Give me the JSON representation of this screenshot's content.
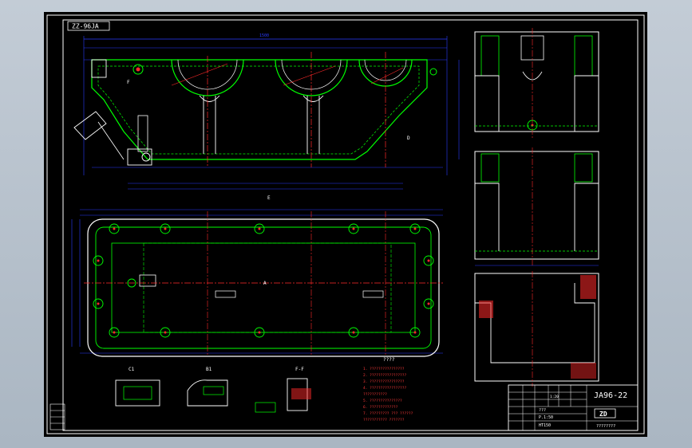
{
  "drawing": {
    "code_tag": "ZZ-96JA",
    "top_dim": "1500",
    "title_block": {
      "drawing_number": "JA96-22",
      "material": "HT150",
      "scale_ratio": "P.1:50",
      "sheet": "??? ",
      "logo_text": "ZD",
      "company": "????????",
      "qty_label": "1:20"
    },
    "view_labels": {
      "section_left": "C1",
      "section_mid": "B1",
      "section_right": "F-F",
      "label_a": "A",
      "label_d": "D",
      "label_e": "E",
      "label_f": "F"
    },
    "notes_header": "????",
    "notes": [
      "1. ????????????????",
      "2. ?????????????????",
      "3. ????????????????",
      "4. ?????????????????",
      "   ???????????",
      "5. ???????????????",
      "6. ?????????????",
      "7. ?????????  ???  ??????",
      "   ???????????  ???????"
    ]
  },
  "colors": {
    "background": "#000000",
    "frame": "#ffffff",
    "outline": "#00ff00",
    "dimension": "#2a3bff",
    "centerline": "#ff2a2a",
    "accent": "#ffff00",
    "window": "#b9c4cf"
  }
}
